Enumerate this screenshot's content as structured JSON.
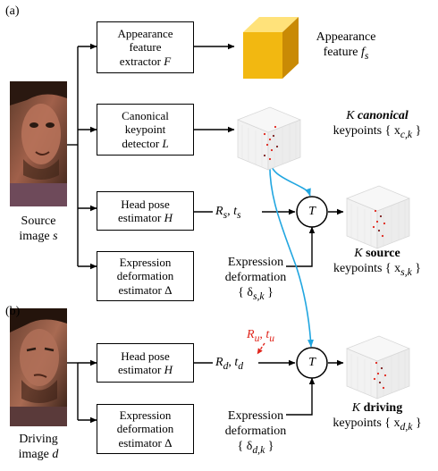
{
  "panels": {
    "a": "(a)",
    "b": "(b)"
  },
  "source": {
    "line1": "Source",
    "line2": "image",
    "var": "s"
  },
  "driving": {
    "line1": "Driving",
    "line2": "image",
    "var": "d"
  },
  "boxes": {
    "appearance": {
      "line1": "Appearance",
      "line2": "feature",
      "line3": "extractor",
      "var": "F"
    },
    "canonical": {
      "line1": "Canonical",
      "line2": "keypoint",
      "line3": "detector",
      "var": "L"
    },
    "headpose_s": {
      "line1": "Head pose",
      "line2": "estimator",
      "var": "H"
    },
    "expr_s": {
      "line1": "Expression",
      "line2": "deformation",
      "line3": "estimator Δ"
    },
    "headpose_d": {
      "line1": "Head pose",
      "line2": "estimator",
      "var": "H"
    },
    "expr_d": {
      "line1": "Expression",
      "line2": "deformation",
      "line3": "estimator Δ"
    }
  },
  "outputs": {
    "appearance_feature": {
      "line1": "Appearance",
      "line2": "feature",
      "var": "f",
      "sub": "s"
    },
    "canonical_kp": {
      "prefix": "K",
      "bold": "canonical",
      "line2": "keypoints",
      "set": "{ x",
      "sub": "c,k",
      "close": " }"
    },
    "source_kp": {
      "prefix": "K",
      "bold": "source",
      "line2": "keypoints",
      "set": "{ x",
      "sub": "s,k",
      "close": " }"
    },
    "driving_kp": {
      "prefix": "K",
      "bold": "driving",
      "line2": "keypoints",
      "set": "{ x",
      "sub": "d,k",
      "close": " }"
    }
  },
  "signals": {
    "rs_ts": {
      "R": "R",
      "rsub": "s",
      "t": "t",
      "tsub": "s"
    },
    "rd_td": {
      "R": "R",
      "rsub": "d",
      "t": "t",
      "tsub": "d"
    },
    "ru_tu": {
      "R": "R",
      "rsub": "u",
      "t": "t",
      "tsub": "u"
    },
    "expr_def_s": {
      "line1": "Expression",
      "line2": "deformation",
      "set": "{ δ",
      "sub": "s,k",
      "close": " }"
    },
    "expr_def_d": {
      "line1": "Expression",
      "line2": "deformation",
      "set": "{ δ",
      "sub": "d,k",
      "close": " }"
    }
  },
  "transform_symbol": "T",
  "colors": {
    "blue_arrow": "#21a6e0",
    "red_text": "#e0241b",
    "cube_top": "#ffe27a",
    "cube_front": "#f2b811",
    "cube_side": "#c98a05"
  }
}
